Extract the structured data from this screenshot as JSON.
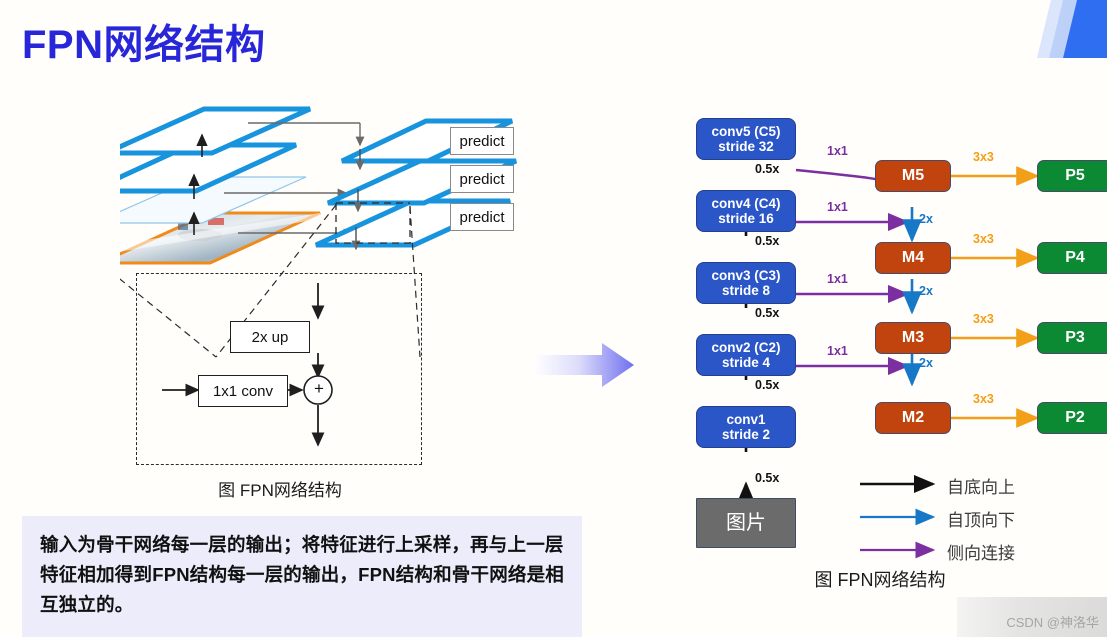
{
  "slide": {
    "title": "FPN网络结构",
    "title_color": "#2726d8",
    "background": "#fffefb"
  },
  "left_figure": {
    "caption": "图 FPN网络结构",
    "predict_labels": [
      "predict",
      "predict",
      "predict"
    ],
    "detail_box": {
      "upsample_label": "2x up",
      "conv_label": "1x1 conv",
      "add_symbol": "+"
    }
  },
  "transition": {
    "icon": "right-arrow-icon"
  },
  "right_figure": {
    "caption": "图 FPN网络结构",
    "backbone": [
      {
        "id": "conv5",
        "line1": "conv5 (C5)",
        "line2": "stride 32"
      },
      {
        "id": "conv4",
        "line1": "conv4 (C4)",
        "line2": "stride 16"
      },
      {
        "id": "conv3",
        "line1": "conv3 (C3)",
        "line2": "stride 8"
      },
      {
        "id": "conv2",
        "line1": "conv2 (C2)",
        "line2": "stride 4"
      },
      {
        "id": "conv1",
        "line1": "conv1",
        "line2": "stride 2"
      }
    ],
    "input_node": {
      "label": "图片"
    },
    "downsample_labels": [
      "0.5x",
      "0.5x",
      "0.5x",
      "0.5x",
      "0.5x"
    ],
    "lateral_labels": [
      "1x1",
      "1x1",
      "1x1",
      "1x1"
    ],
    "upsample_labels": [
      "2x",
      "2x",
      "2x"
    ],
    "merge_nodes": [
      {
        "label": "M5"
      },
      {
        "label": "M4"
      },
      {
        "label": "M3"
      },
      {
        "label": "M2"
      }
    ],
    "output_conv_labels": [
      "3x3",
      "3x3",
      "3x3",
      "3x3"
    ],
    "pyramid_nodes": [
      {
        "label": "P5"
      },
      {
        "label": "P4"
      },
      {
        "label": "P3"
      },
      {
        "label": "P2"
      }
    ],
    "legend": [
      {
        "label": "自底向上",
        "color": "#111111"
      },
      {
        "label": "自顶向下",
        "color": "#1878c8"
      },
      {
        "label": "侧向连接",
        "color": "#7b2fa0"
      }
    ],
    "colors": {
      "conv_box": "#2a56c8",
      "merge_box": "#c1440e",
      "pyramid_box": "#0b8a33",
      "image_box": "#6b6b6b",
      "lateral_arrow": "#7b2fa0",
      "topdown_arrow": "#1878c8",
      "bottomup_arrow": "#111111",
      "output_arrow": "#f2a01a"
    }
  },
  "bottom_note": {
    "text": "输入为骨干网络每一层的输出；将特征进行上采样，再与上一层特征相加得到FPN结构每一层的输出，FPN结构和骨干网络是相互独立的。",
    "background": "#edecfb"
  },
  "watermark": {
    "text": "CSDN @神洛华"
  }
}
